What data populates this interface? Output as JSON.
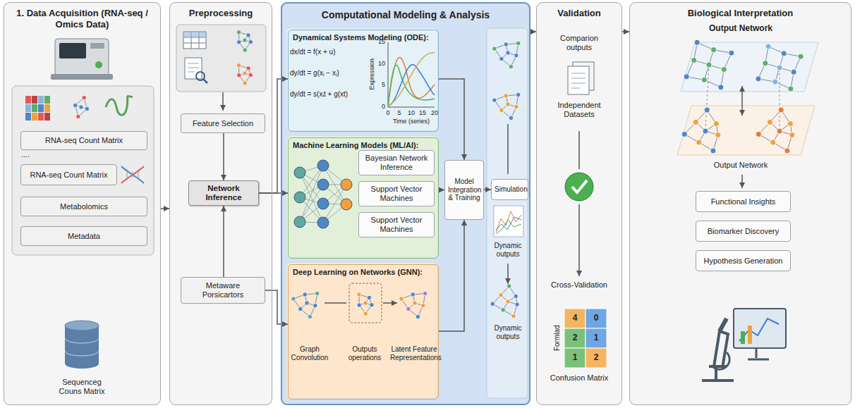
{
  "diagram": {
    "nodes": [
      {
        "text": [
          "1. Data Acquisition (RNA-seq / Omics Data)"
        ]
      },
      {
        "text": [
          "RNA-seq Count Matrix"
        ],
        "in": 0
      },
      {
        "text": [
          "RNA-seq Count Matrix"
        ],
        "in": 0
      },
      {
        "text": [
          "Metabolomics"
        ],
        "in": 0
      },
      {
        "text": [
          "Metadata"
        ],
        "in": 0
      },
      {
        "text": [
          "Preprocessing"
        ]
      },
      {
        "text": [
          "Feature Selection"
        ],
        "in": 5
      },
      {
        "text": [
          "Network Inference"
        ],
        "in": 5
      },
      {
        "text": [
          "Metaware Porsicartors"
        ],
        "in": 5
      },
      {
        "text": [
          "Computational Modeling & Analysis"
        ]
      },
      {
        "text": [
          "Dynamical Systems Modeling (ODE):"
        ],
        "in": 9
      },
      {
        "text": [
          "Machine Learning Models (ML/AI):"
        ],
        "in": 9
      },
      {
        "text": [
          "Bayesian Network Inference"
        ],
        "in": 11
      },
      {
        "text": [
          "Support Vector Machines"
        ],
        "in": 11
      },
      {
        "text": [
          "Support Vector Machines"
        ],
        "in": 11
      },
      {
        "text": [
          "Deep Learning on Networks (GNN):"
        ],
        "in": 9
      },
      {
        "text": [
          "Model Integration & Training"
        ],
        "in": 9
      },
      {
        "text": [
          "Simulation"
        ],
        "in": 9
      },
      {
        "text": [
          "Validation"
        ]
      },
      {
        "text": [
          "Biological Interpretation"
        ]
      },
      {
        "text": [
          "Functional Insights"
        ],
        "in": 19
      },
      {
        "text": [
          "Biomarker Discovery"
        ],
        "in": 19
      },
      {
        "text": [
          "Hypothesis Generation"
        ],
        "in": 19
      }
    ],
    "edges": [
      {
        "from": 0,
        "to": 5,
        "arrow": "to"
      },
      {
        "from": 6,
        "to": 7,
        "arrow": "to"
      },
      {
        "from": 8,
        "to": 7,
        "arrow": "to"
      },
      {
        "from": 7,
        "to": 10,
        "arrow": "to"
      },
      {
        "from": 7,
        "to": 11,
        "arrow": "to"
      },
      {
        "from": 8,
        "to": 15,
        "arrow": "to"
      },
      {
        "from": 10,
        "to": 16,
        "arrow": "to"
      },
      {
        "from": 11,
        "to": 16,
        "arrow": "to"
      },
      {
        "from": 15,
        "to": 16,
        "arrow": "to"
      },
      {
        "from": 16,
        "to": 17,
        "arrow": "to"
      },
      {
        "from": 9,
        "to": 18,
        "arrow": "to"
      },
      {
        "from": 18,
        "to": 19,
        "arrow": "to"
      }
    ],
    "labels": [
      "....",
      "Sequenceg Couns Matrix",
      "dx/dt = f(x + u)",
      "dy/dt = g(xᵢ − xᵢ)",
      "dy/dt = s(xᵢt + g(xt)",
      "Expression",
      "Time (series)",
      "15",
      "10",
      "5",
      "0",
      "0",
      "5",
      "10",
      "15",
      "20",
      "Graph Convolution",
      "Outputs operations",
      "Latent Feature Representations",
      "Dynamic outputs",
      "Dynamic outputs",
      "Comparion outputs",
      "Independent Datasets",
      "Cross-Validation",
      "Formlad",
      "4",
      "0",
      "2",
      "1",
      "1",
      "2",
      "Confusion Matrix",
      "Output Network",
      "Output Network"
    ]
  }
}
